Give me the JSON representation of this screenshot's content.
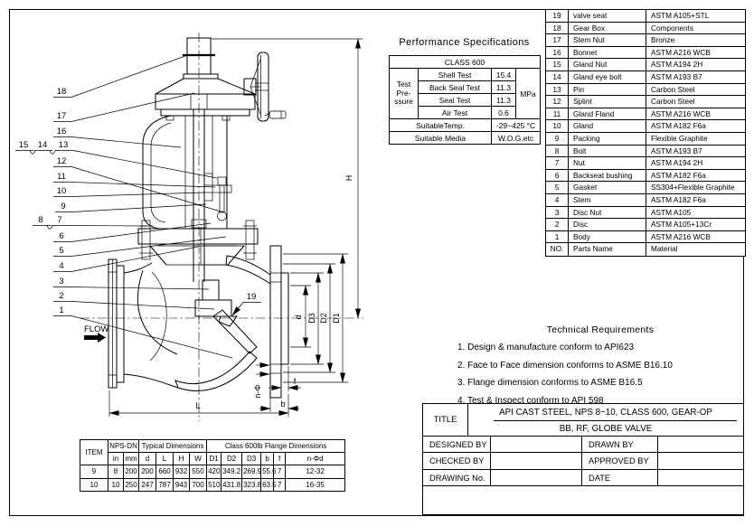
{
  "sheet": {
    "background": "#ffffff",
    "line_color": "#000000"
  },
  "drawing": {
    "flow_label": "FLOW",
    "dim_labels": {
      "h": "H",
      "l": "L",
      "d": "d",
      "d3": "D3",
      "d2": "D2",
      "d1": "D1",
      "f": "f",
      "b": "b",
      "n_phi": "n-Φ"
    },
    "callouts": [
      "1",
      "2",
      "3",
      "4",
      "5",
      "6",
      "7",
      "8",
      "9",
      "10",
      "11",
      "12",
      "13",
      "14",
      "15",
      "16",
      "17",
      "18",
      "19"
    ]
  },
  "performance": {
    "title": "Performance Specifications",
    "class_label": "CLASS 600",
    "pressure_label": "Test\nPre-\nssure",
    "rows": [
      {
        "name": "Shell Test",
        "value": "15.4"
      },
      {
        "name": "Back Seal Test",
        "value": "11.3"
      },
      {
        "name": "Seal Test",
        "value": "11.3"
      },
      {
        "name": "Air Test",
        "value": "0.6"
      }
    ],
    "unit": "MPa",
    "temp_label": "SuitableTemp.",
    "temp_value": "-29~425 °C",
    "media_label": "Suitable Media",
    "media_value": "W.O.G.etc"
  },
  "parts": {
    "rows": [
      {
        "no": "19",
        "name": "valve seat",
        "material": "ASTM A105+STL"
      },
      {
        "no": "18",
        "name": "Gear Box",
        "material": "Components"
      },
      {
        "no": "17",
        "name": "Stem Nut",
        "material": "Bronze"
      },
      {
        "no": "16",
        "name": "Bonnet",
        "material": "ASTM A216 WCB"
      },
      {
        "no": "15",
        "name": "Gland Nut",
        "material": "ASTM A194 2H"
      },
      {
        "no": "14",
        "name": "Gland eye bolt",
        "material": "ASTM A193 B7"
      },
      {
        "no": "13",
        "name": "Pin",
        "material": "Carbon Steel"
      },
      {
        "no": "12",
        "name": "Splint",
        "material": "Carbon Steel"
      },
      {
        "no": "11",
        "name": "Gland Fland",
        "material": "ASTM A216 WCB"
      },
      {
        "no": "10",
        "name": "Gland",
        "material": "ASTM A182 F6a"
      },
      {
        "no": "9",
        "name": "Packing",
        "material": "Flexible Graphite"
      },
      {
        "no": "8",
        "name": "Bolt",
        "material": "ASTM A193 B7"
      },
      {
        "no": "7",
        "name": "Nut",
        "material": "ASTM A194 2H"
      },
      {
        "no": "6",
        "name": "Backseat bushing",
        "material": "ASTM A182 F6a"
      },
      {
        "no": "5",
        "name": "Gasket",
        "material": "SS304+Flexible Graphite"
      },
      {
        "no": "4",
        "name": "Stem",
        "material": "ASTM A182 F6a"
      },
      {
        "no": "3",
        "name": "Disc Nut",
        "material": "ASTM A105"
      },
      {
        "no": "2",
        "name": "Disc",
        "material": "ASTM A105+13Cr"
      },
      {
        "no": "1",
        "name": "Body",
        "material": "ASTM A216 WCB"
      },
      {
        "no": "NO.",
        "name": "Parts Name",
        "material": "Material"
      }
    ]
  },
  "tech_req": {
    "title": "Technical Requirements",
    "items": [
      "1.  Design & manufacture conform to API623",
      "2.  Face to Face dimension conforms to ASME B16.10",
      "3.  Flange dimension conforms to ASME B16.5",
      "4.  Test & Inspect conform to API 598"
    ]
  },
  "title_block": {
    "title_label": "TITLE",
    "title_line1": "API CAST STEEL, NPS 8~10, CLASS 600, GEAR-OP",
    "title_line2": "BB, RF, GLOBE VALVE",
    "fields": [
      {
        "label": "DESIGNED BY",
        "value": "",
        "label2": "DRAWN BY",
        "value2": ""
      },
      {
        "label": "CHECKED  BY",
        "value": "",
        "label2": "APPROVED BY",
        "value2": ""
      },
      {
        "label": "DRAWING No.",
        "value": "",
        "label2": "DATE",
        "value2": ""
      }
    ]
  },
  "dim_table": {
    "item_header": "ITEM",
    "group_headers": [
      {
        "label": "NPS-DN",
        "span": 2
      },
      {
        "label": "Typical Dimensions",
        "span": 4
      },
      {
        "label": "Class 600lb Flange Dimensions",
        "span": 6
      }
    ],
    "sub_headers": [
      "in",
      "mm",
      "d",
      "L",
      "H",
      "W",
      "D1",
      "D2",
      "D3",
      "b",
      "f",
      "n-Φd"
    ],
    "rows": [
      [
        "9",
        "8",
        "200",
        "200",
        "660",
        "932",
        "550",
        "420",
        "349.2",
        "269.9",
        "55.6",
        "7",
        "12-32"
      ],
      [
        "10",
        "10",
        "250",
        "247",
        "787",
        "943",
        "700",
        "510",
        "431.8",
        "323.8",
        "63.5",
        "7",
        "16-35"
      ]
    ]
  }
}
